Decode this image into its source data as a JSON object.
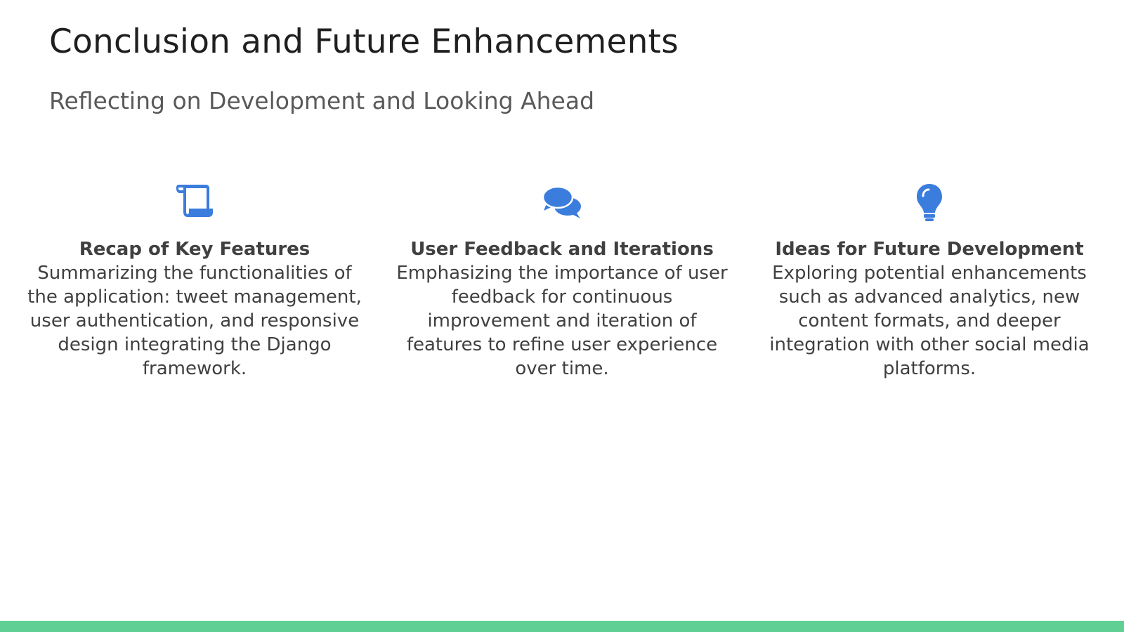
{
  "title": "Conclusion and Future Enhancements",
  "subtitle": "Reflecting on Development and Looking Ahead",
  "columns": [
    {
      "icon": "scroll-icon",
      "heading": "Recap of Key Features",
      "body": "Summarizing the functionalities of the application: tweet management, user authentication, and responsive design integrating the Django framework."
    },
    {
      "icon": "comments-icon",
      "heading": "User Feedback and Iterations",
      "body": "Emphasizing the importance of user feedback for continuous improvement and iteration of features to refine user experience over time."
    },
    {
      "icon": "lightbulb-icon",
      "heading": "Ideas for Future Development",
      "body": "Exploring potential enhancements such as advanced analytics, new content formats, and deeper integration with other social media platforms."
    }
  ],
  "colors": {
    "icon": "#3b7ddd",
    "accent_bar": "#5fcf94",
    "title": "#1f1f1f",
    "subtitle": "#595959",
    "text": "#404040"
  }
}
